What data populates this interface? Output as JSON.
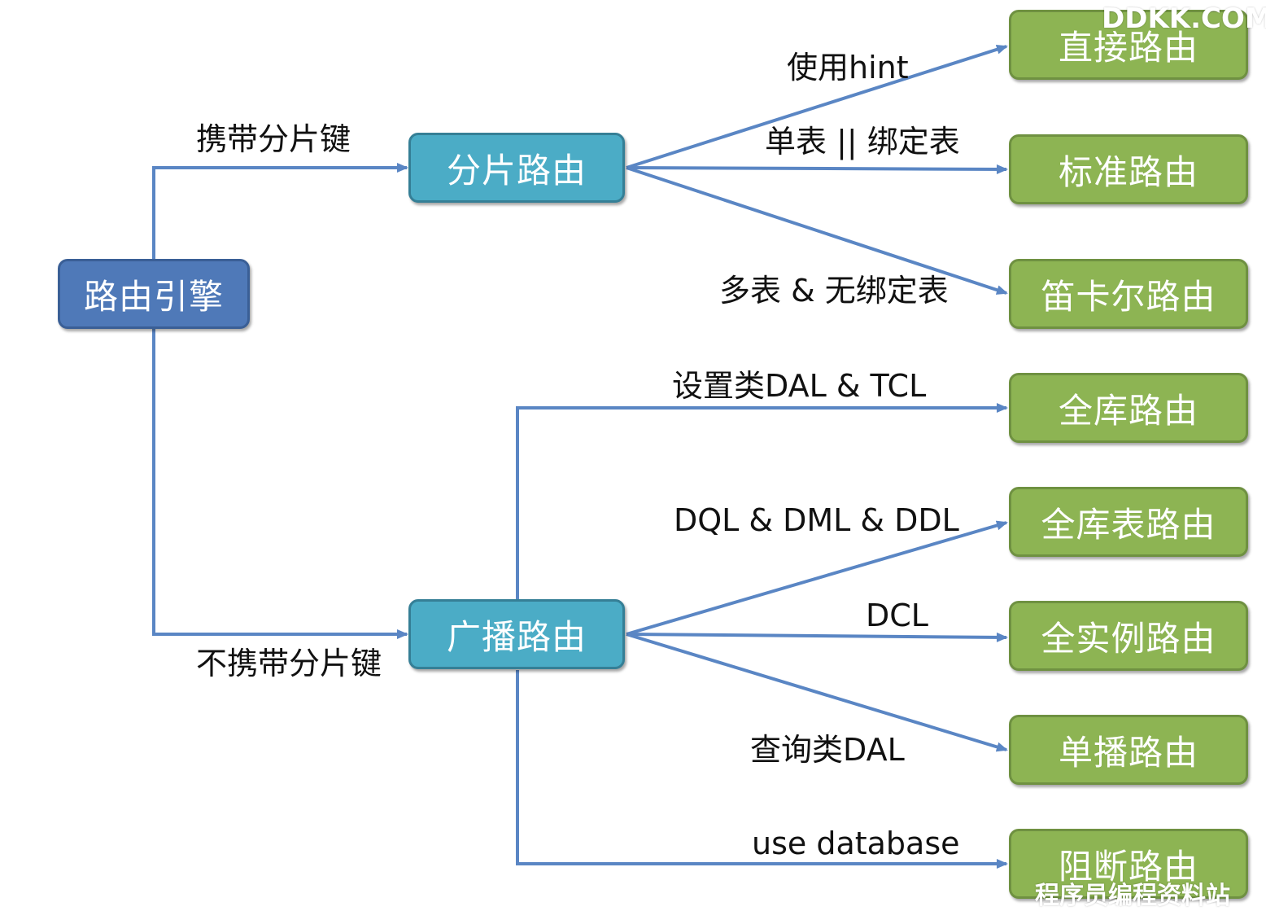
{
  "colors": {
    "connector": "#5a86c4",
    "root": "#4f79b8",
    "mid": "#4bacc6",
    "leaf": "#8db453"
  },
  "nodes": {
    "root": "路由引擎",
    "shard": "分片路由",
    "broadcast": "广播路由",
    "leaves": {
      "hint": "直接路由",
      "standard": "标准路由",
      "cartesian": "笛卡尔路由",
      "database": "全库路由",
      "database_table": "全库表路由",
      "instance": "全实例路由",
      "unicast": "单播路由",
      "ignore": "阻断路由"
    }
  },
  "edges": {
    "to_shard": "携带分片键",
    "to_broadcast": "不携带分片键",
    "hint": "使用hint",
    "standard": "单表 || 绑定表",
    "cartesian": "多表 & 无绑定表",
    "database": "设置类DAL & TCL",
    "database_table": "DQL & DML & DDL",
    "instance": "DCL",
    "unicast": "查询类DAL",
    "ignore": "use database"
  },
  "watermarks": {
    "top": "DDKK.COM",
    "bottom": "程序员编程资料站"
  }
}
